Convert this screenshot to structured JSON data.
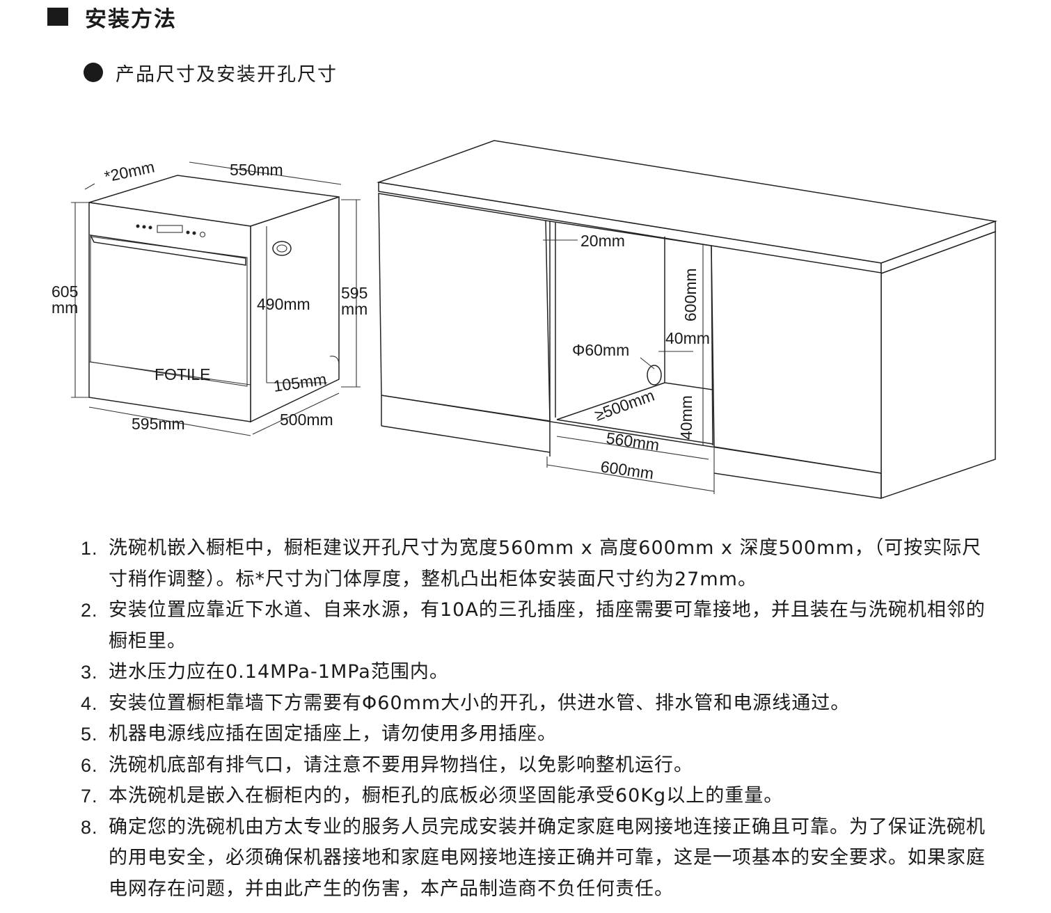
{
  "header": {
    "title": "安装方法",
    "subtitle": "产品尺寸及安装开孔尺寸"
  },
  "diagram": {
    "dishwasher": {
      "door_thickness": "*20mm",
      "top_depth": "550mm",
      "height_left": "605",
      "height_left_unit": "mm",
      "height_right": "595",
      "height_right_unit": "mm",
      "door_height": "490mm",
      "plinth_height": "105mm",
      "width": "595mm",
      "depth": "500mm",
      "brand_label": "FOTILE"
    },
    "cabinet": {
      "gap": "20mm",
      "opening_height": "600mm",
      "hole_offset": "40mm",
      "hole_diameter": "Φ60mm",
      "min_depth": "≥500mm",
      "hole_bottom_offset": "40mm",
      "inner_width": "560mm",
      "outer_width": "600mm"
    }
  },
  "notes": [
    {
      "num": "1.",
      "text": "洗碗机嵌入橱柜中，橱柜建议开孔尺寸为宽度560mm x 高度600mm x 深度500mm，（可按实际尺寸稍作调整）。标*尺寸为门体厚度，整机凸出柜体安装面尺寸约为27mm。"
    },
    {
      "num": "2.",
      "text": "安装位置应靠近下水道、自来水源，有10A的三孔插座，插座需要可靠接地，并且装在与洗碗机相邻的橱柜里。"
    },
    {
      "num": "3.",
      "text": "进水压力应在0.14MPa-1MPa范围内。"
    },
    {
      "num": "4.",
      "text": "安装位置橱柜靠墙下方需要有Φ60mm大小的开孔，供进水管、排水管和电源线通过。"
    },
    {
      "num": "5.",
      "text": "机器电源线应插在固定插座上，请勿使用多用插座。"
    },
    {
      "num": "6.",
      "text": "洗碗机底部有排气口，请注意不要用异物挡住，以免影响整机运行。"
    },
    {
      "num": "7.",
      "text": "本洗碗机是嵌入在橱柜内的，橱柜孔的底板必须坚固能承受60Kg以上的重量。"
    },
    {
      "num": "8.",
      "text": "确定您的洗碗机由方太专业的服务人员完成安装并确定家庭电网接地连接正确且可靠。为了保证洗碗机的用电安全，必须确保机器接地和家庭电网接地连接正确并可靠，这是一项基本的安全要求。如果家庭电网存在问题，并由此产生的伤害，本产品制造商不负任何责任。"
    }
  ]
}
